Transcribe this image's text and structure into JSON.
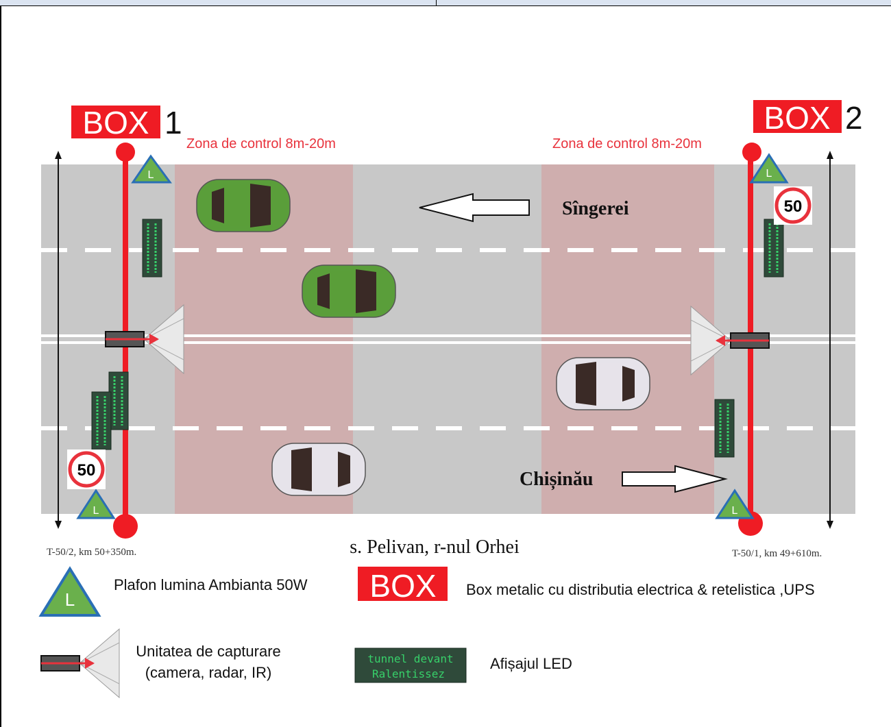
{
  "boxes": [
    {
      "label": "BOX",
      "number": "1"
    },
    {
      "label": "BOX",
      "number": "2"
    }
  ],
  "zone_labels": [
    "Zona de control 8m-20m",
    "Zona de control 8m-20m"
  ],
  "directions": {
    "up": "Sîngerei",
    "down": "Chișinău"
  },
  "location": "s. Pelivan, r-nul Orhei",
  "km_left": "T-50/2, km 50+350m.",
  "km_right": "T-50/1, km 49+610m.",
  "speed_limit": "50",
  "lamp_letter": "L",
  "legend": {
    "lamp": "Plafon lumina Ambianta 50W",
    "box_label": "BOX",
    "box_desc": "Box metalic  cu distributia electrica & retelistica ,UPS",
    "capture_line1": "Unitatea de capturare",
    "capture_line2": "(camera, radar, IR)",
    "led_line1": "tunnel devant",
    "led_line2": "Ralentissez",
    "led_desc": "Afișajul LED"
  },
  "colors": {
    "box_red": "#ef1c24",
    "road": "#c8c8c8",
    "zone": "#cfaeae",
    "lamp_green": "#6ab04c",
    "lamp_border": "#2a6fb5",
    "led_bg": "#2f4a3a",
    "led_text": "#37d06a",
    "car_green": "#5a9e3a"
  }
}
